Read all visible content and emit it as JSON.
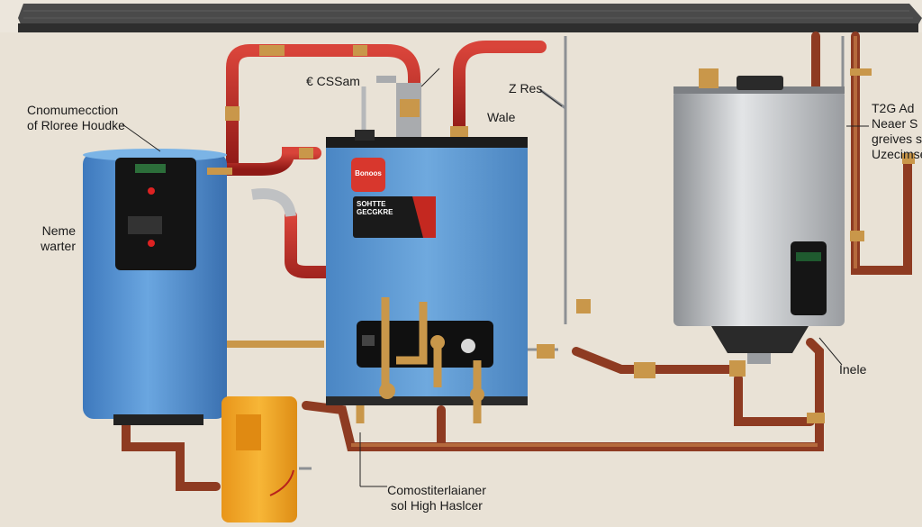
{
  "labels": {
    "left_top_line1": "Cnomumecction",
    "left_top_line2": "of Rloree Houdke",
    "left_mid_line1": "Neme",
    "left_mid_line2": "warter",
    "top_center": "€ CSSam",
    "top_right_small": "Z Res",
    "top_right_word": "Wale",
    "right_top_line1": "T2G Ad",
    "right_top_line2": "Neaer S",
    "right_top_line3": "greives s",
    "right_top_line4": "Uzecimsen",
    "right_bottom": "Inele",
    "bottom_line1": "Comostiterlaianer",
    "bottom_line2": "sol High Haslcer",
    "center_badge": "Bonoos",
    "center_panel": "SOHTTE GECGKRE"
  },
  "colors": {
    "wall": "#ece6dc",
    "roof": "#3d3d3d",
    "pipe_red": "#b8221c",
    "pipe_copper": "#8e3b22",
    "brass": "#c9974a",
    "tank_blue": "#4f8fd4",
    "boiler_blue": "#5c9ad3",
    "steel": "#b7b9bc",
    "orange_box": "#f5a623"
  },
  "icons": [
    "control-panel-icon",
    "valve-icon",
    "gauge-icon",
    "vent-cap-icon"
  ]
}
